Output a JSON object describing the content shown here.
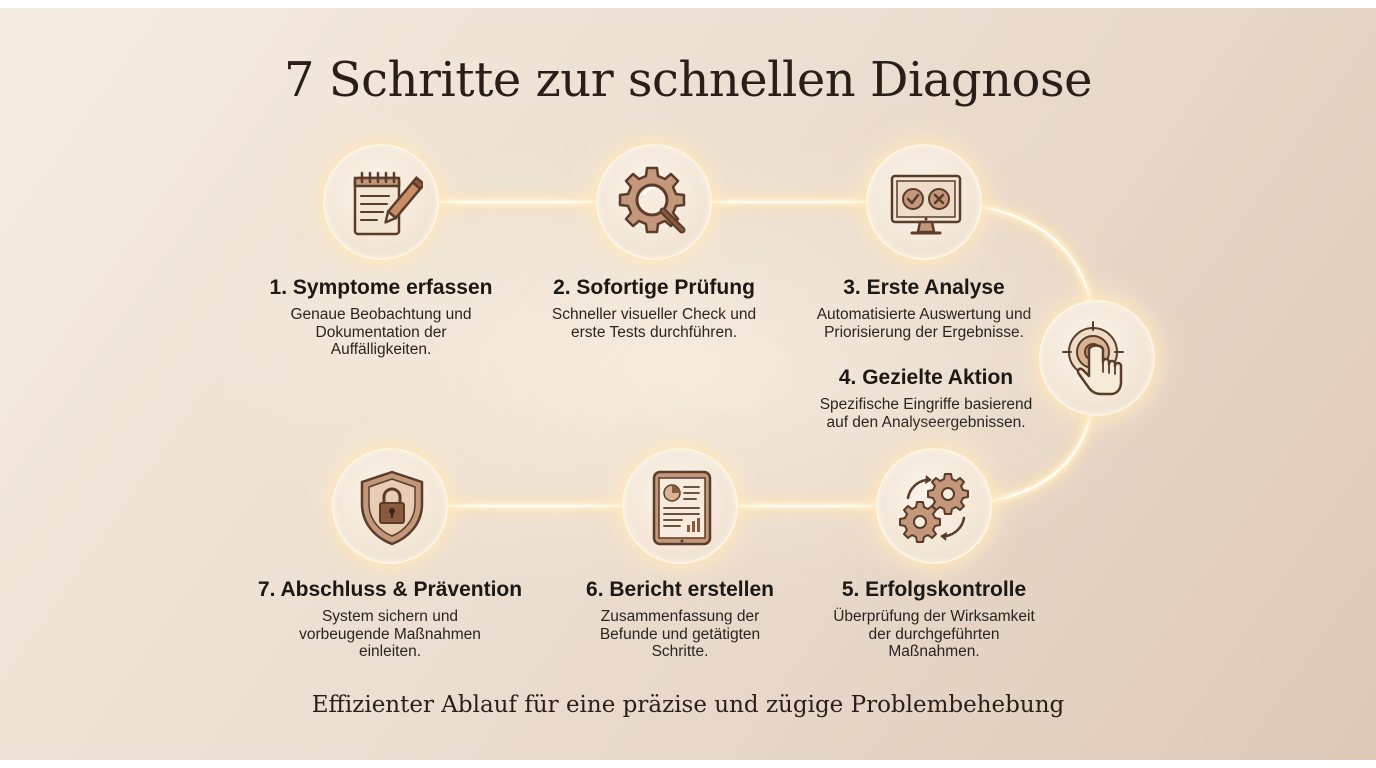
{
  "title": "7 Schritte zur schnellen Diagnose",
  "subtitle": "Effizienter Ablauf für eine präzise und zügige Problembehebung",
  "colors": {
    "icon_stroke": "#5a3c2a",
    "icon_fill": "#b88466",
    "glow": "#fff3d6"
  },
  "steps": [
    {
      "title": "1. Symptome erfassen",
      "desc": [
        "Genaue Beobachtung und",
        "Dokumentation der",
        "Auffälligkeiten."
      ],
      "icon": "notepad-pencil-icon"
    },
    {
      "title": "2. Sofortige Prüfung",
      "desc": [
        "Schneller visueller Check und",
        "erste Tests durchführen."
      ],
      "icon": "gear-magnifier-icon"
    },
    {
      "title": "3. Erste Analyse",
      "desc": [
        "Automatisierte Auswertung und",
        "Priorisierung der Ergebnisse."
      ],
      "icon": "monitor-check-cross-icon"
    },
    {
      "title": "4. Gezielte Aktion",
      "desc": [
        "Spezifische Eingriffe basierend",
        "auf den Analyseergebnissen."
      ],
      "icon": "target-hand-icon"
    },
    {
      "title": "5. Erfolgskontrolle",
      "desc": [
        "Überprüfung der Wirksamkeit",
        "der durchgeführten",
        "Maßnahmen."
      ],
      "icon": "gears-cycle-icon"
    },
    {
      "title": "6. Bericht erstellen",
      "desc": [
        "Zusammenfassung der",
        "Befunde und getätigten",
        "Schritte."
      ],
      "icon": "tablet-report-icon"
    },
    {
      "title": "7. Abschluss & Prävention",
      "desc": [
        "System sichern und",
        "vorbeugende Maßnahmen",
        "einleiten."
      ],
      "icon": "shield-lock-icon"
    }
  ]
}
